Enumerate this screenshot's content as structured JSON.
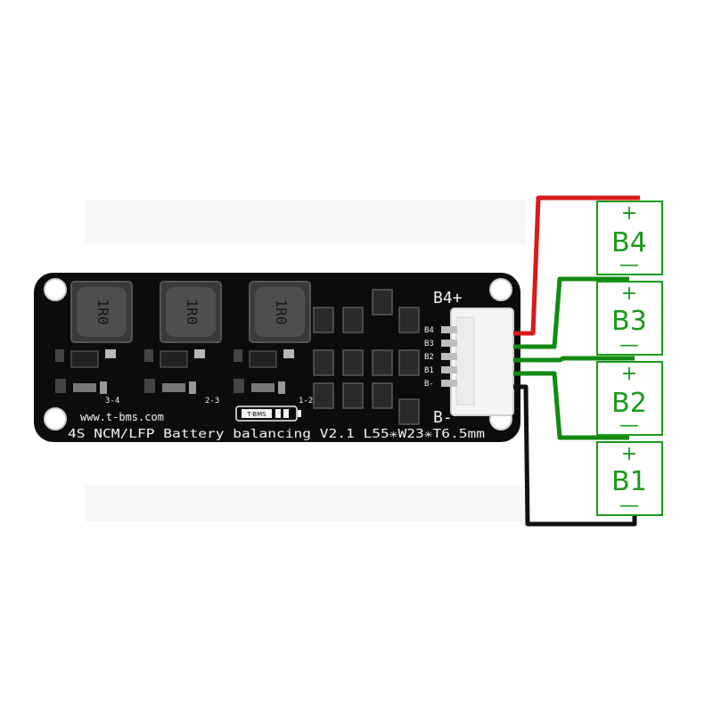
{
  "board": {
    "inductor_marks": [
      "1R0",
      "1R0",
      "1R0"
    ],
    "channel_labels": [
      "3-4",
      "2-3",
      "1-2"
    ],
    "website": "www.t-bms.com",
    "logo_text": "T-BMS",
    "silkscreen_line": "4S NCM/LFP Battery balancing V2.1 L55✳W23✳T6.5mm",
    "terminal_top": "B4+",
    "terminal_bottom": "B-",
    "pin_labels": [
      "B4",
      "B3",
      "B2",
      "B1",
      "B-"
    ]
  },
  "cells": [
    {
      "label": "B4",
      "plus": "+",
      "minus": "—"
    },
    {
      "label": "B3",
      "plus": "+",
      "minus": "—"
    },
    {
      "label": "B2",
      "plus": "+",
      "minus": "—"
    },
    {
      "label": "B1",
      "plus": "+",
      "minus": "—"
    }
  ],
  "colors": {
    "board": "#0c0c0c",
    "wire_positive": "#d81b1b",
    "wire_balance": "#138a13",
    "wire_negative": "#111111",
    "cell_border": "#1a9a1a"
  }
}
